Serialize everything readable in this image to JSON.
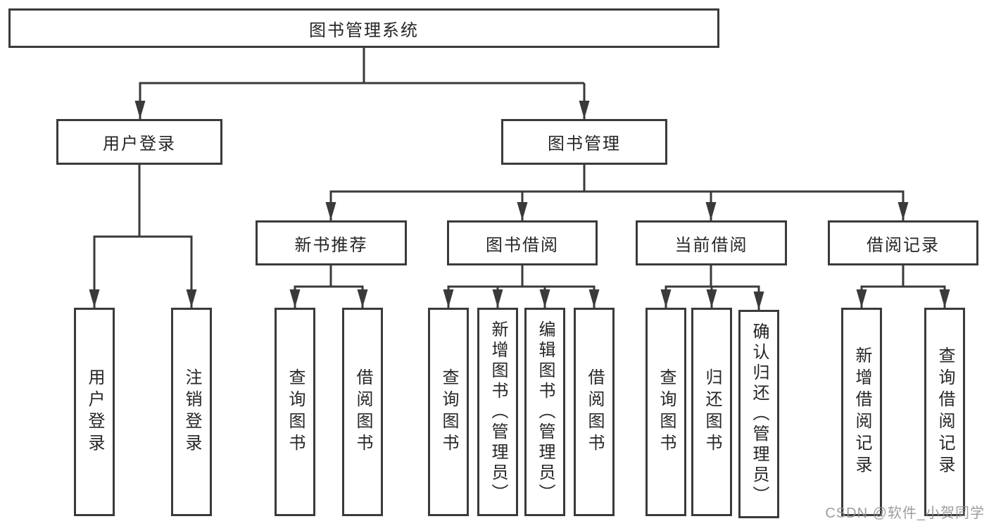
{
  "diagram": {
    "root": "图书管理系统",
    "level2": [
      "用户登录",
      "图书管理"
    ],
    "level3": [
      "新书推荐",
      "图书借阅",
      "当前借阅",
      "借阅记录"
    ],
    "leaves": {
      "user": [
        "用户登录",
        "注销登录"
      ],
      "recommend": [
        "查询图书",
        "借阅图书"
      ],
      "borrow": [
        "查询图书",
        "新增图书（管理员）",
        "编辑图书（管理员）",
        "借阅图书"
      ],
      "current": [
        "查询图书",
        "归还图书",
        "确认归还（管理员）"
      ],
      "record": [
        "新增借阅记录",
        "查询借阅记录"
      ]
    }
  },
  "watermark": "CSDN @软件_小贺同学",
  "colors": {
    "line": "#3a3a3a",
    "box_border": "#3a3a3a",
    "text": "#262626",
    "watermark": "#8c8c8c",
    "background": "#ffffff"
  }
}
